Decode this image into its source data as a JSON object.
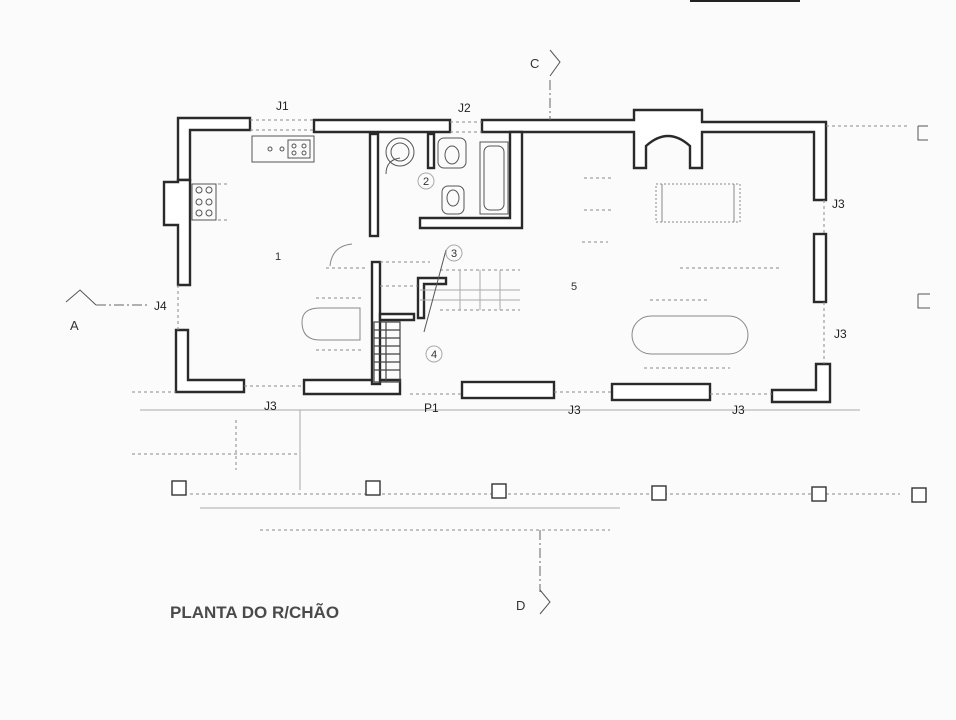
{
  "plan": {
    "title": "PLANTA DO R/CHÃO",
    "sections": {
      "a": "A",
      "c": "C",
      "d": "D"
    },
    "openings": {
      "j1": "J1",
      "j2": "J2",
      "j3": "J3",
      "j4": "J4",
      "p1": "P1"
    },
    "rooms": [
      "1",
      "2",
      "3",
      "4",
      "5"
    ]
  }
}
